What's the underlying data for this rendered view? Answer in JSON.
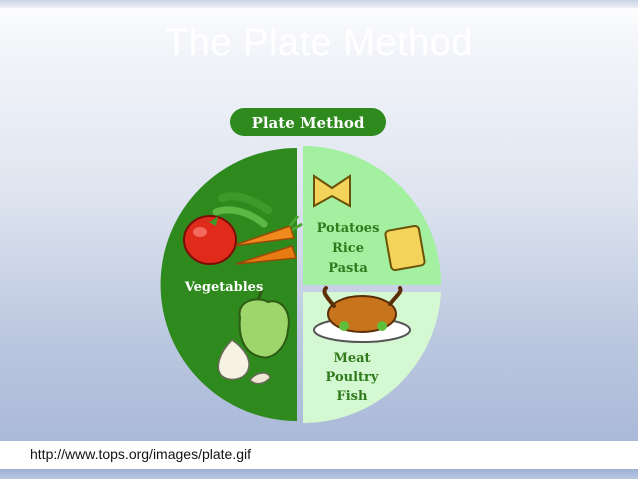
{
  "slide": {
    "title": "The Plate Method",
    "source_url": "http://www.tops.org/images/plate.gif"
  },
  "diagram": {
    "header_label": "Plate Method",
    "sections": {
      "vegetables": {
        "label": "Vegetables"
      },
      "starches": {
        "lines": [
          "Potatoes",
          "Rice",
          "Pasta"
        ]
      },
      "proteins": {
        "lines": [
          "Meat",
          "Poultry",
          "Fish"
        ]
      }
    }
  },
  "colors": {
    "vegetables_green": "#2f8a1e",
    "starch_green": "#a3f0a0",
    "protein_green": "#d4f8d2",
    "pill_green": "#2f8a1e"
  }
}
